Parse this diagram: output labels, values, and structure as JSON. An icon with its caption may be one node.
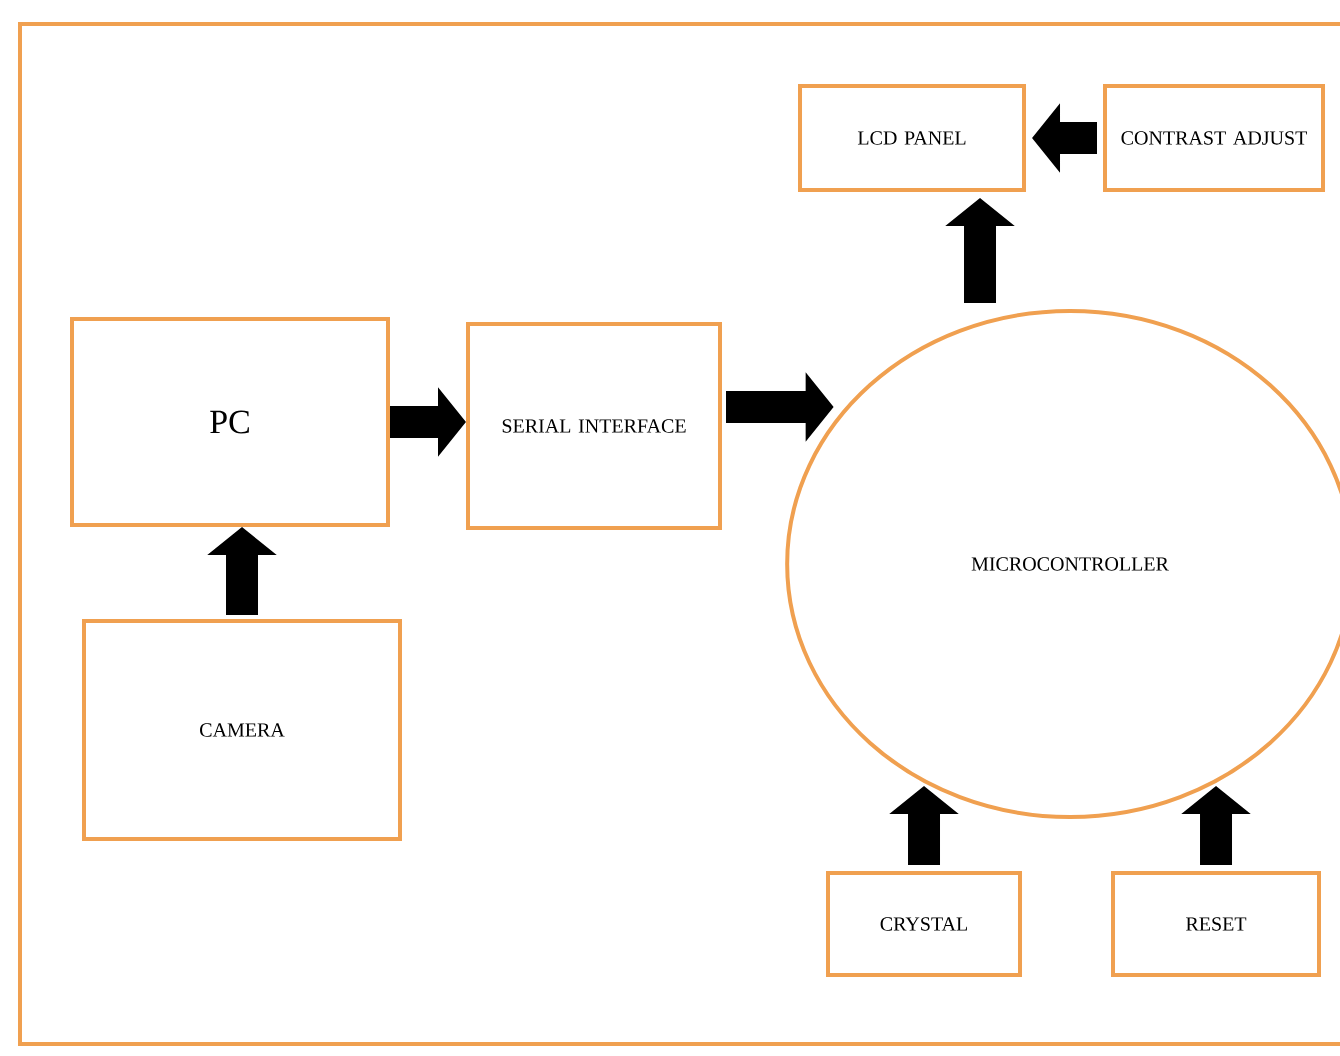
{
  "diagram": {
    "nodes": [
      {
        "text": [
          "LCD PANEL"
        ]
      },
      {
        "text": [
          "CONTRAST ADJUST"
        ]
      },
      {
        "text": [
          "PC"
        ]
      },
      {
        "text": [
          "SERIAL INTERFACE"
        ]
      },
      {
        "text": [
          "MICROCONTROLLER"
        ]
      },
      {
        "text": [
          "CAMERA"
        ]
      },
      {
        "text": [
          "CRYSTAL"
        ]
      },
      {
        "text": [
          "RESET"
        ]
      }
    ],
    "edges": [
      {
        "from": 1,
        "to": 0,
        "arrow": "to"
      },
      {
        "from": 4,
        "to": 0,
        "arrow": "to"
      },
      {
        "from": 2,
        "to": 3,
        "arrow": "to"
      },
      {
        "from": 3,
        "to": 4,
        "arrow": "to"
      },
      {
        "from": 5,
        "to": 2,
        "arrow": "to"
      },
      {
        "from": 6,
        "to": 4,
        "arrow": "to"
      },
      {
        "from": 7,
        "to": 4,
        "arrow": "to"
      }
    ]
  }
}
